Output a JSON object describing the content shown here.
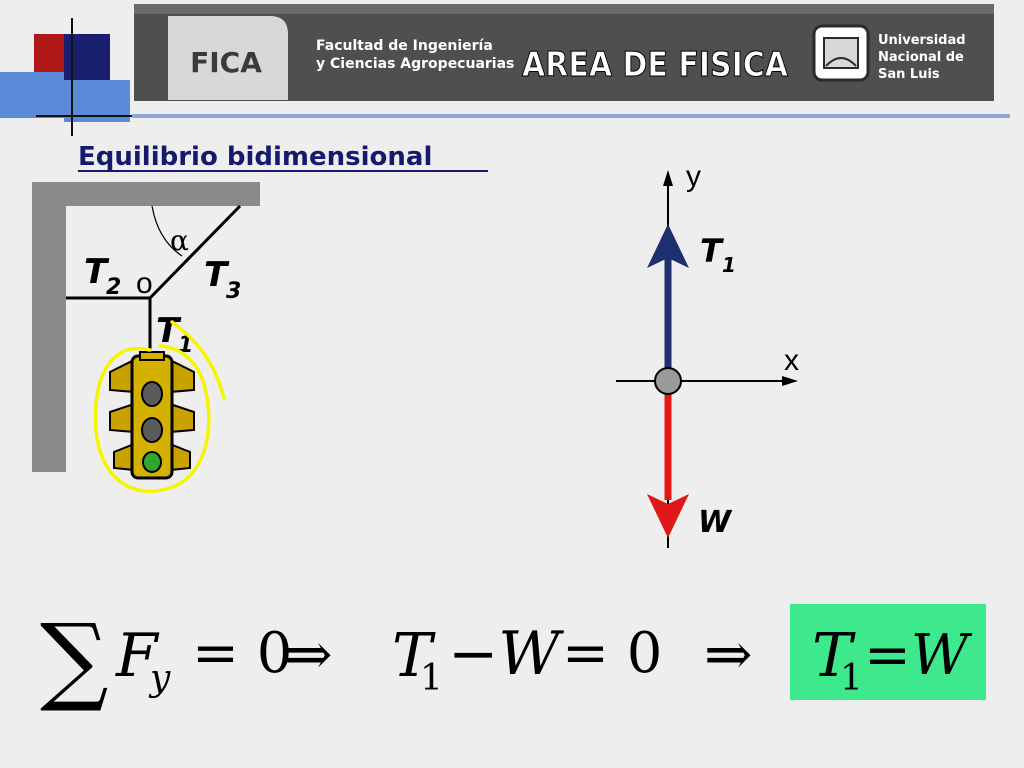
{
  "colors": {
    "background": "#eeeeee",
    "header_band": "#4f4f4f",
    "accent_red": "#b01818",
    "accent_navy": "#1b1f70",
    "accent_light_blue": "#5a8ad8",
    "arrow_t1": "#1e3070",
    "arrow_w": "#e01818",
    "result_box": "#3ee88c",
    "highlight": "#f5f500"
  },
  "header": {
    "logo_text": "FICA",
    "faculty_line1": "Facultad de Ingeniería",
    "faculty_line2": "y Ciencias Agropecuarias",
    "area_title": "AREA DE FISICA",
    "university_line1": "Universidad",
    "university_line2": "Nacional de",
    "university_line3": "San Luis"
  },
  "slide": {
    "title": "Equilibrio bidimensional"
  },
  "setup_diagram": {
    "angle_label": "α",
    "tension_2_label": "T",
    "tension_2_sub": "2",
    "knot_label": "o",
    "tension_3_label": "T",
    "tension_3_sub": "3",
    "tension_1_label": "T",
    "tension_1_sub": "1"
  },
  "free_body_diagram": {
    "y_axis_label": "y",
    "x_axis_label": "x",
    "t1_label": "T",
    "t1_sub": "1",
    "w_label": "W"
  },
  "equation": {
    "sum_symbol": "∑",
    "f": "F",
    "f_sub": "y",
    "eq1": "= 0",
    "implies1": "⇒",
    "t": "T",
    "t_sub": "1",
    "minus_w": "−W",
    "eq2": "= 0",
    "implies2": "⇒",
    "result_t": "T",
    "result_sub": "1",
    "result_rest": "=W"
  }
}
